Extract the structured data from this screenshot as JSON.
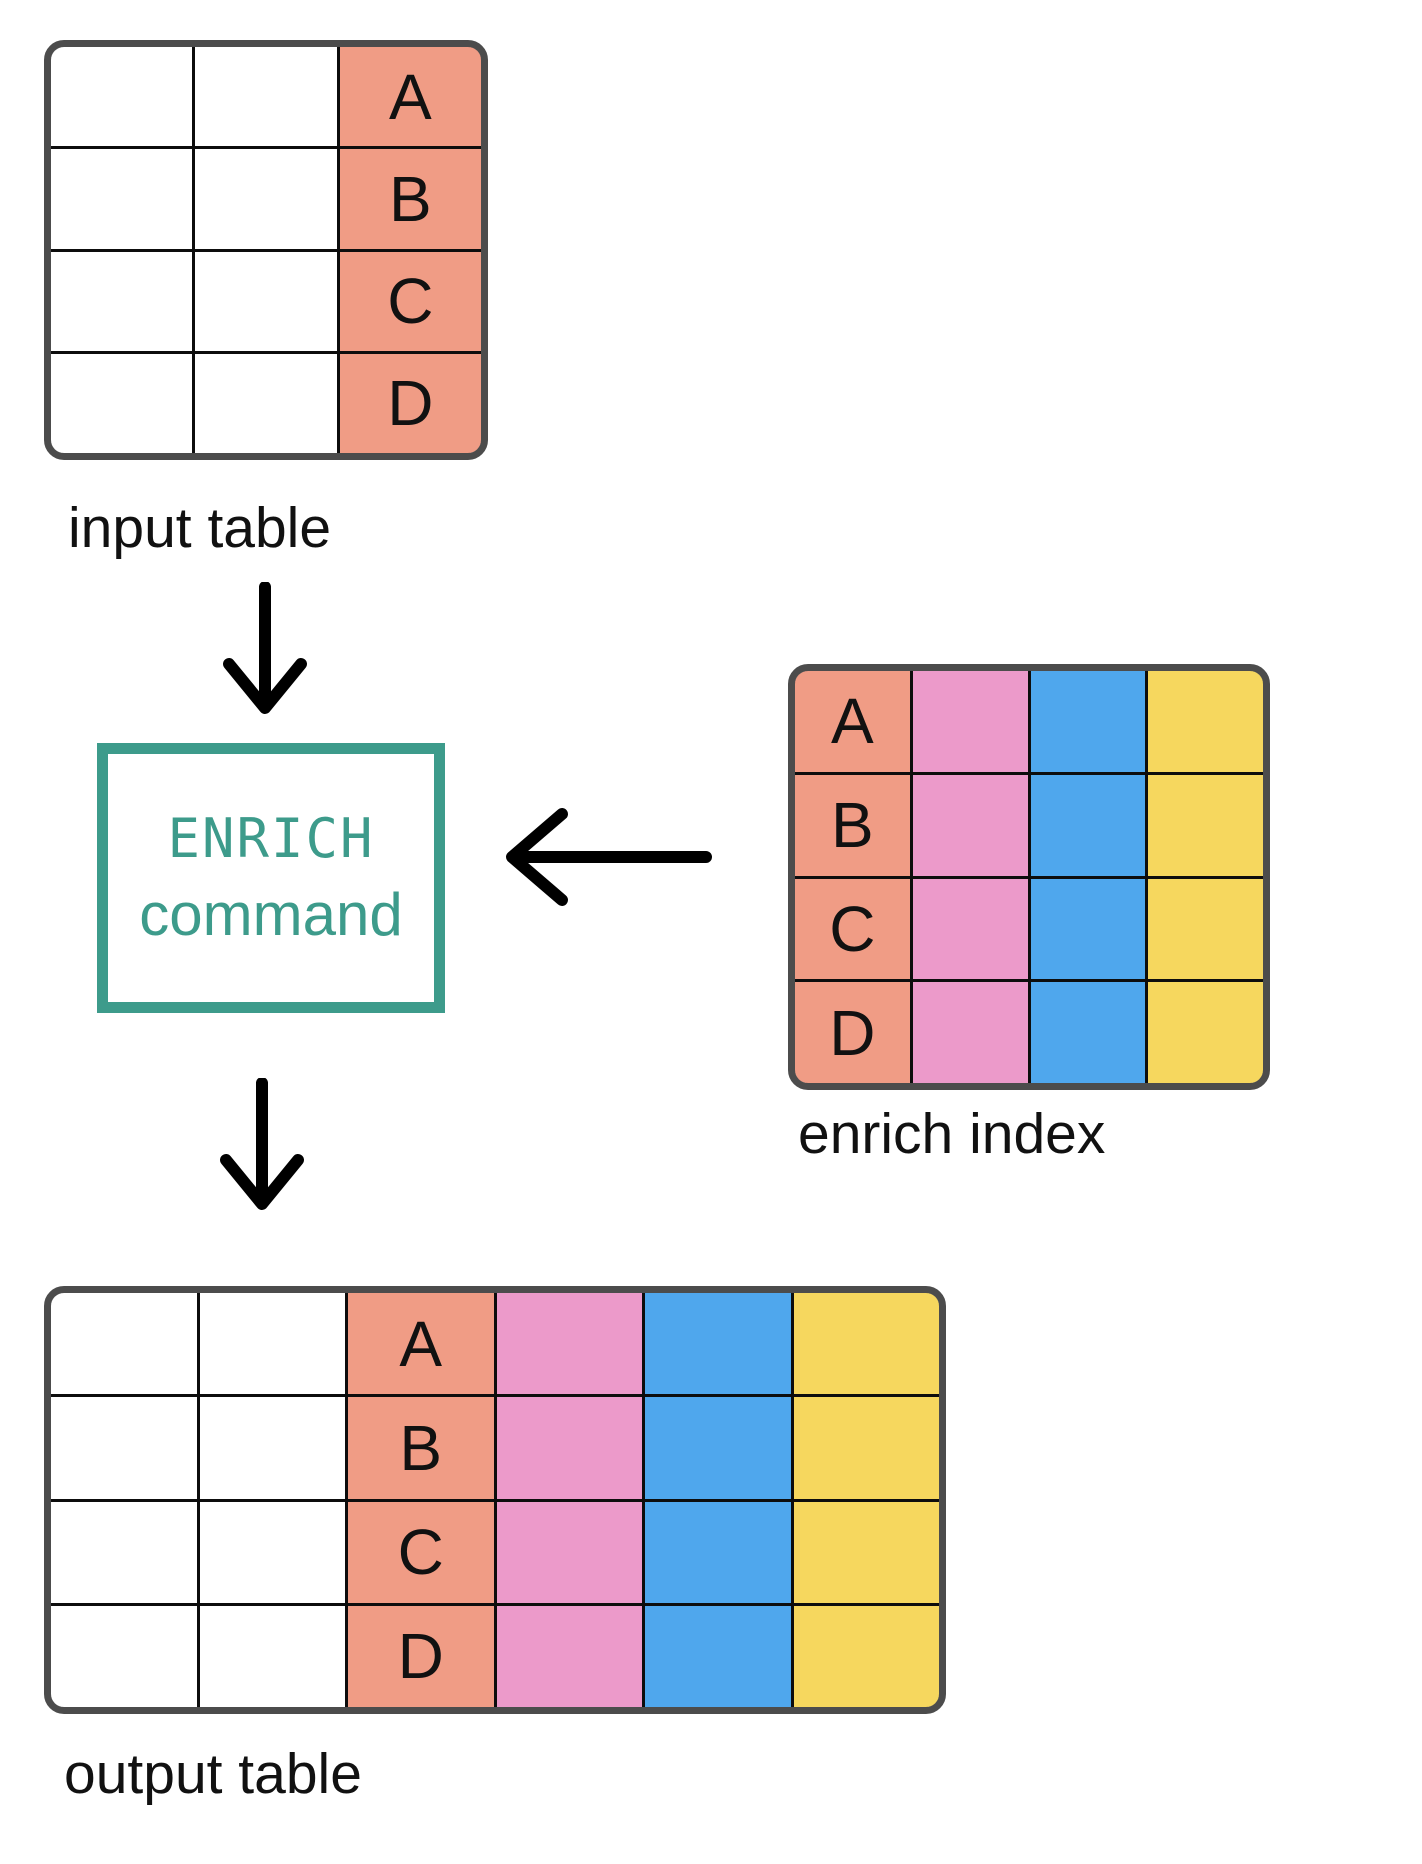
{
  "diagram": {
    "title_labels": {
      "input_table": "input table",
      "enrich_index": "enrich index",
      "output_table": "output table"
    },
    "enrich_box": {
      "line1": "ENRICH",
      "line2": "command"
    },
    "arrows": {
      "input_to_command": "arrow-down",
      "index_to_command": "arrow-left",
      "command_to_output": "arrow-down"
    },
    "colors": {
      "key": "#f09c85",
      "pink": "#ec9aca",
      "blue": "#4fa7ed",
      "yellow": "#f6d75e",
      "white": "#ffffff",
      "teal": "#3d9b8b",
      "frame_dark": "#4c4c4c",
      "grid_line": "#0d0d0d",
      "text": "#111111",
      "arrow": "#000000"
    },
    "tables": {
      "input": {
        "rows": 4,
        "columns": [
          {
            "color": "white"
          },
          {
            "color": "white"
          },
          {
            "color": "key",
            "letters": [
              "A",
              "B",
              "C",
              "D"
            ]
          }
        ]
      },
      "enrich": {
        "rows": 4,
        "columns": [
          {
            "color": "key",
            "letters": [
              "A",
              "B",
              "C",
              "D"
            ]
          },
          {
            "color": "pink"
          },
          {
            "color": "blue"
          },
          {
            "color": "yellow"
          }
        ]
      },
      "output": {
        "rows": 4,
        "columns": [
          {
            "color": "white"
          },
          {
            "color": "white"
          },
          {
            "color": "key",
            "letters": [
              "A",
              "B",
              "C",
              "D"
            ]
          },
          {
            "color": "pink"
          },
          {
            "color": "blue"
          },
          {
            "color": "yellow"
          }
        ]
      }
    }
  }
}
